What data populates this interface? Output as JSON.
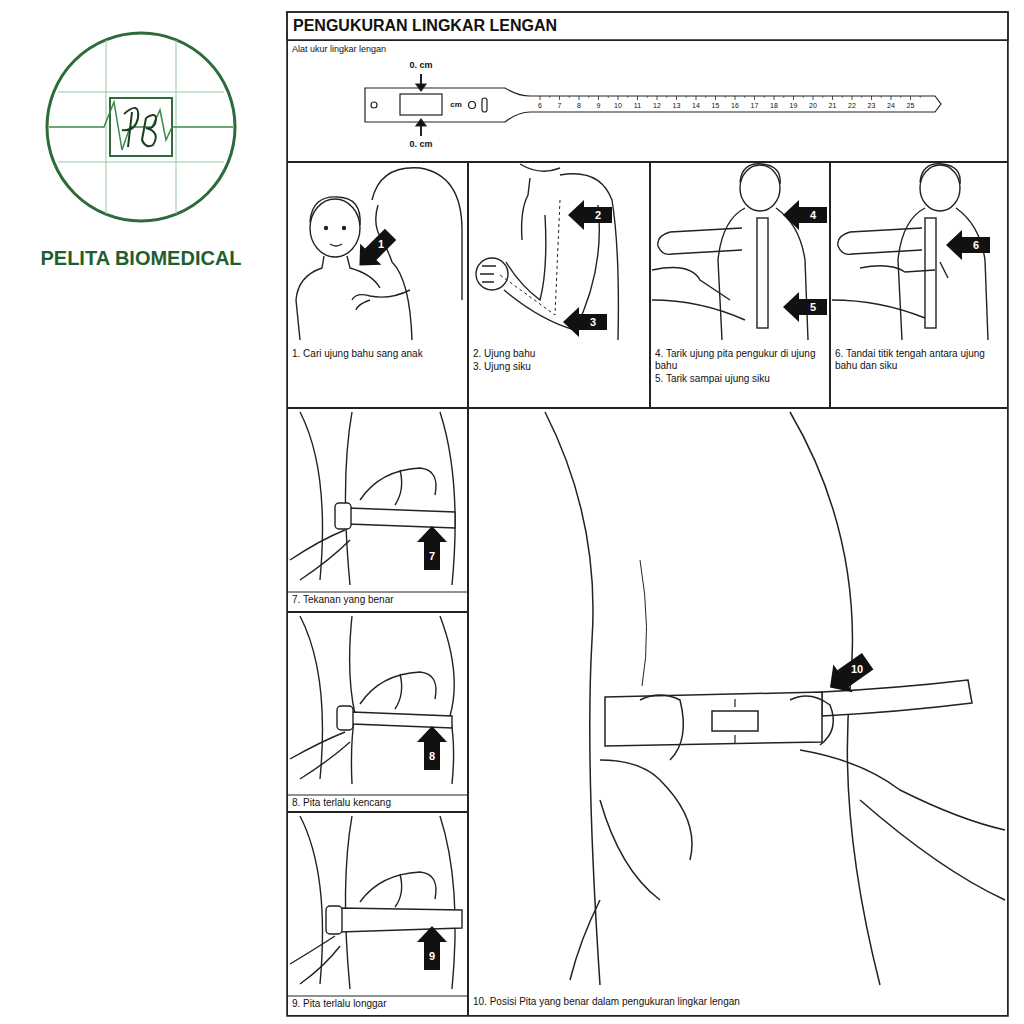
{
  "diagram": {
    "title": "PENGUKURAN LINGKAR LENGAN",
    "nodes": [
      {
        "text": [
          "Alat ukur lingkar lengan"
        ]
      },
      {
        "text": [
          "1. Cari ujung bahu sang anak"
        ]
      },
      {
        "text": [
          "2. Ujung bahu",
          "3. Ujung siku"
        ]
      },
      {
        "text": [
          "4. Tarik ujung pita pengukur di ujung bahu",
          "5. Tarik sampai ujung siku"
        ]
      },
      {
        "text": [
          "6. Tandai titik tengah antara ujung bahu dan siku"
        ]
      },
      {
        "text": [
          "7. Tekanan yang benar"
        ]
      },
      {
        "text": [
          "8. Pita terlalu kencang"
        ]
      },
      {
        "text": [
          "9. Pita terlalu longgar"
        ]
      },
      {
        "text": [
          "10. Posisi Pita yang benar dalam pengukuran lingkar lengan"
        ]
      }
    ],
    "labels": [
      "PELITA BIOMEDICAL",
      "0. cm",
      "0. cm",
      "cm",
      "6",
      "7",
      "8",
      "9",
      "10",
      "11",
      "12",
      "13",
      "14",
      "15",
      "16",
      "17",
      "18",
      "19",
      "20",
      "21",
      "22",
      "23",
      "24",
      "25",
      "1",
      "2",
      "3",
      "4",
      "5",
      "6",
      "7",
      "8",
      "9",
      "10"
    ]
  }
}
